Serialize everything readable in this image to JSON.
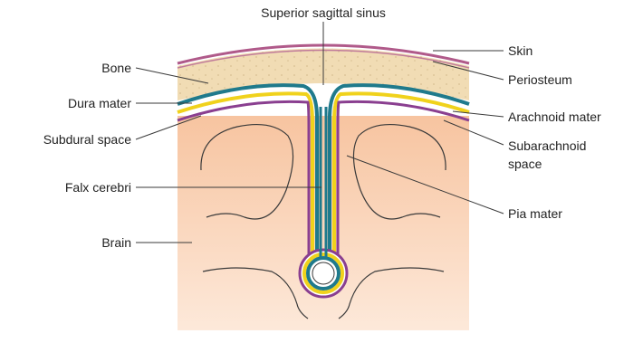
{
  "labels": {
    "superior_sagittal_sinus": "Superior sagittal sinus",
    "bone": "Bone",
    "dura_mater": "Dura mater",
    "subdural_space": "Subdural space",
    "falx_cerebri": "Falx cerebri",
    "brain": "Brain",
    "skin": "Skin",
    "periosteum": "Periosteum",
    "arachnoid_mater": "Arachnoid mater",
    "subarachnoid_space_line1": "Subarachnoid",
    "subarachnoid_space_line2": "space",
    "pia_mater": "Pia mater"
  },
  "colors": {
    "skin": "#b05a8a",
    "bone": "#f1dcb4",
    "periosteum": "#c07a9a",
    "dura": "#1f7a8c",
    "arachnoid": "#f0d21c",
    "pia": "#8a3f90",
    "brain_top": "#f7c4a0",
    "brain_bottom": "#fbe6d6",
    "outline": "#3a3a3a"
  }
}
